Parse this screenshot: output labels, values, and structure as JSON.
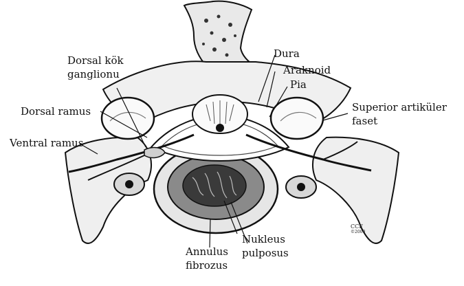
{
  "labels": {
    "dorsal_root_ganglion": [
      "Dorsal kök",
      "ganglionu"
    ],
    "dura": "Dura",
    "arachnoid": "Araknoid",
    "pia": "Pia",
    "superior_facet": [
      "Superior artiküler",
      "faset"
    ],
    "dorsal_ramus": "Dorsal ramus",
    "ventral_ramus": "Ventral ramus",
    "nucleus_pulposus": [
      "Nukleus",
      "pulposus"
    ],
    "annulus_fibrosus": [
      "Annulus",
      "fibrozus"
    ]
  },
  "credit": {
    "mark": "CCF",
    "year": "©2000"
  },
  "colors": {
    "ink": "#111111",
    "background": "#ffffff",
    "bone_fill": "#f2f2f2",
    "shade": "#8a8a8a",
    "dark": "#2a2a2a"
  }
}
